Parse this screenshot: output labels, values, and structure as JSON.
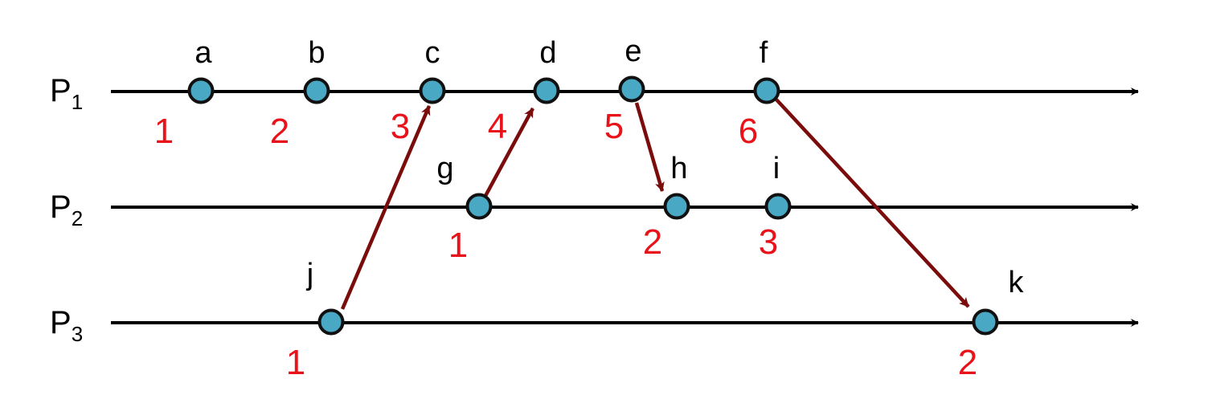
{
  "colors": {
    "event_fill": "#49a9c4",
    "clock": "#e8131a",
    "message": "#7a0c0c",
    "line": "#000000"
  },
  "processes": [
    {
      "id": "P1",
      "name": "P",
      "sub": "1",
      "events": [
        {
          "id": "a",
          "label": "a",
          "clock": "1"
        },
        {
          "id": "b",
          "label": "b",
          "clock": "2"
        },
        {
          "id": "c",
          "label": "c",
          "clock": "3"
        },
        {
          "id": "d",
          "label": "d",
          "clock": "4"
        },
        {
          "id": "e",
          "label": "e",
          "clock": "5"
        },
        {
          "id": "f",
          "label": "f",
          "clock": "6"
        }
      ]
    },
    {
      "id": "P2",
      "name": "P",
      "sub": "2",
      "events": [
        {
          "id": "g",
          "label": "g",
          "clock": "1"
        },
        {
          "id": "h",
          "label": "h",
          "clock": "2"
        },
        {
          "id": "i",
          "label": "i",
          "clock": "3"
        }
      ]
    },
    {
      "id": "P3",
      "name": "P",
      "sub": "3",
      "events": [
        {
          "id": "j",
          "label": "j",
          "clock": "1"
        },
        {
          "id": "k",
          "label": "k",
          "clock": "2"
        }
      ]
    }
  ],
  "messages": [
    {
      "from": "j",
      "to": "c"
    },
    {
      "from": "g",
      "to": "d"
    },
    {
      "from": "e",
      "to": "h"
    },
    {
      "from": "f",
      "to": "k"
    }
  ]
}
